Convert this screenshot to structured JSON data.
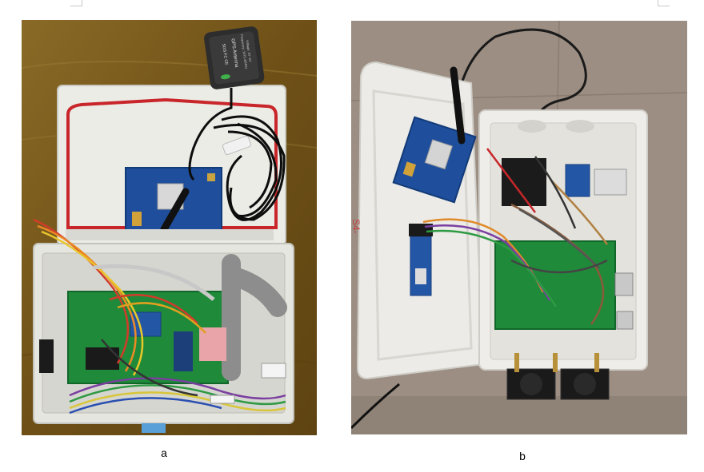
{
  "figure": {
    "panels": [
      {
        "id": "a",
        "caption": "a",
        "antenna_label": "GPS Antenna",
        "antenna_small_text": "Frequency: 1575.42MHz",
        "antenna_small_text2": "Voltage: 3V~5V",
        "antenna_mark": "SGS FC CE"
      },
      {
        "id": "b",
        "caption": "b",
        "lid_marking": "S4-"
      }
    ]
  },
  "colors": {
    "page_bg": "#ffffff",
    "wood": "#7a5a1c",
    "floor": "#9c8e82",
    "enclosure": "#e9e9e4",
    "gasket_red": "#c8262a",
    "pcb_blue": "#1f4f9c",
    "pcb_green": "#1f8a3a"
  }
}
